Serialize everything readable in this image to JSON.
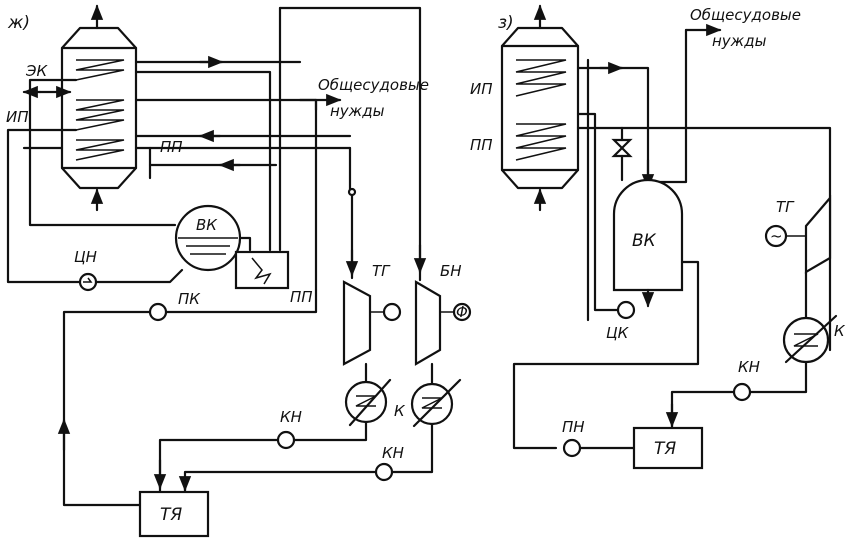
{
  "panel_zh": {
    "tag": "ж)",
    "ek": "ЭК",
    "ip": "ИП",
    "pp_top": "ПП",
    "vk": "ВК",
    "tsn": "ЦН",
    "pk": "ПК",
    "pp_bottom": "ПП",
    "consumers_line1": "Общесудовые",
    "consumers_line2": "нужды",
    "tg": "ТГ",
    "bn": "БН",
    "k": "К",
    "kn1": "КН",
    "kn2": "КН",
    "tya": "ТЯ",
    "bn_symbol": "Φ"
  },
  "panel_z": {
    "tag": "з)",
    "consumers_line1": "Общесудовые",
    "consumers_line2": "нужды",
    "ip": "ИП",
    "pp": "ПП",
    "vk": "ВК",
    "tsk": "ЦК",
    "tg": "ТГ",
    "k": "К",
    "kn": "КН",
    "pn": "ПН",
    "tya": "ТЯ",
    "tg_symbol": "~"
  }
}
